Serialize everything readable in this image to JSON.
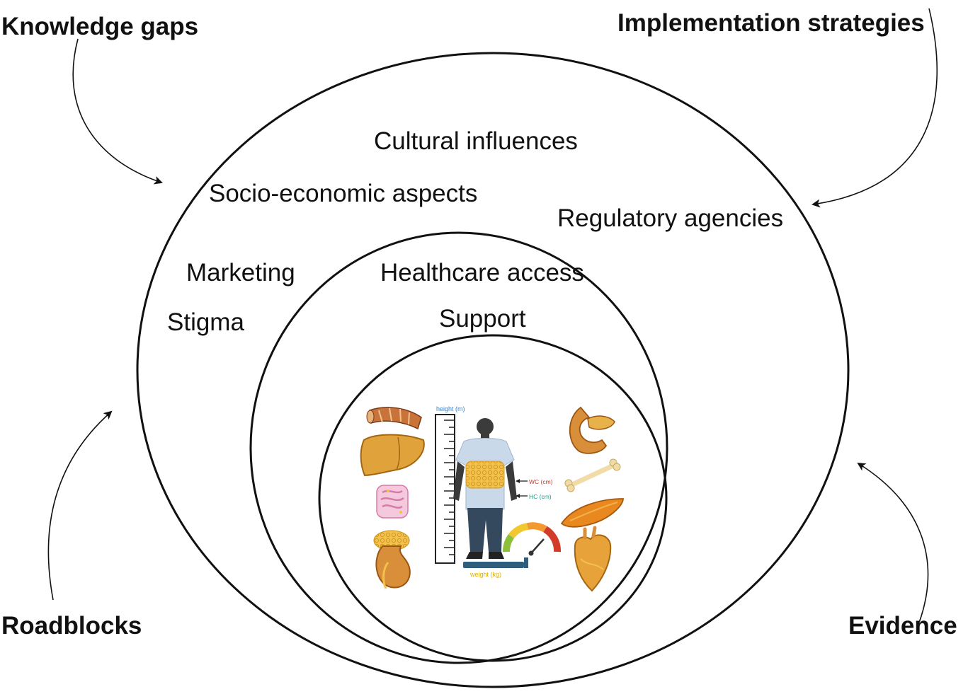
{
  "corners": {
    "top_left": "Knowledge gaps",
    "top_right": "Implementation strategies",
    "bottom_left": "Roadblocks",
    "bottom_right": "Evidence"
  },
  "outer_ring": {
    "items": [
      "Cultural influences",
      "Socio-economic aspects",
      "Regulatory agencies",
      "Marketing",
      "Stigma"
    ]
  },
  "middle_ring": {
    "items": [
      "Healthcare access",
      "Support"
    ]
  },
  "center_figure": {
    "height_label": "height (m)",
    "wc_label": "WC (cm)",
    "hc_label": "HC (cm)",
    "weight_label": "weight (kg)",
    "organs": [
      "blood-vessel",
      "liver",
      "intestine",
      "kidney",
      "pancreas",
      "bone",
      "muscle",
      "heart"
    ]
  },
  "colors": {
    "line": "#111111",
    "organ_orange": "#e8a23a",
    "organ_dark": "#b5651d",
    "shirt": "#c9d9ea",
    "pants": "#34495e",
    "skin": "#3b3b3b",
    "fat": "#f2c14e",
    "height_text": "#3a7fc1",
    "wc_text": "#c0392b",
    "hc_text": "#1a9a8a",
    "weight_text": "#e0b000"
  }
}
